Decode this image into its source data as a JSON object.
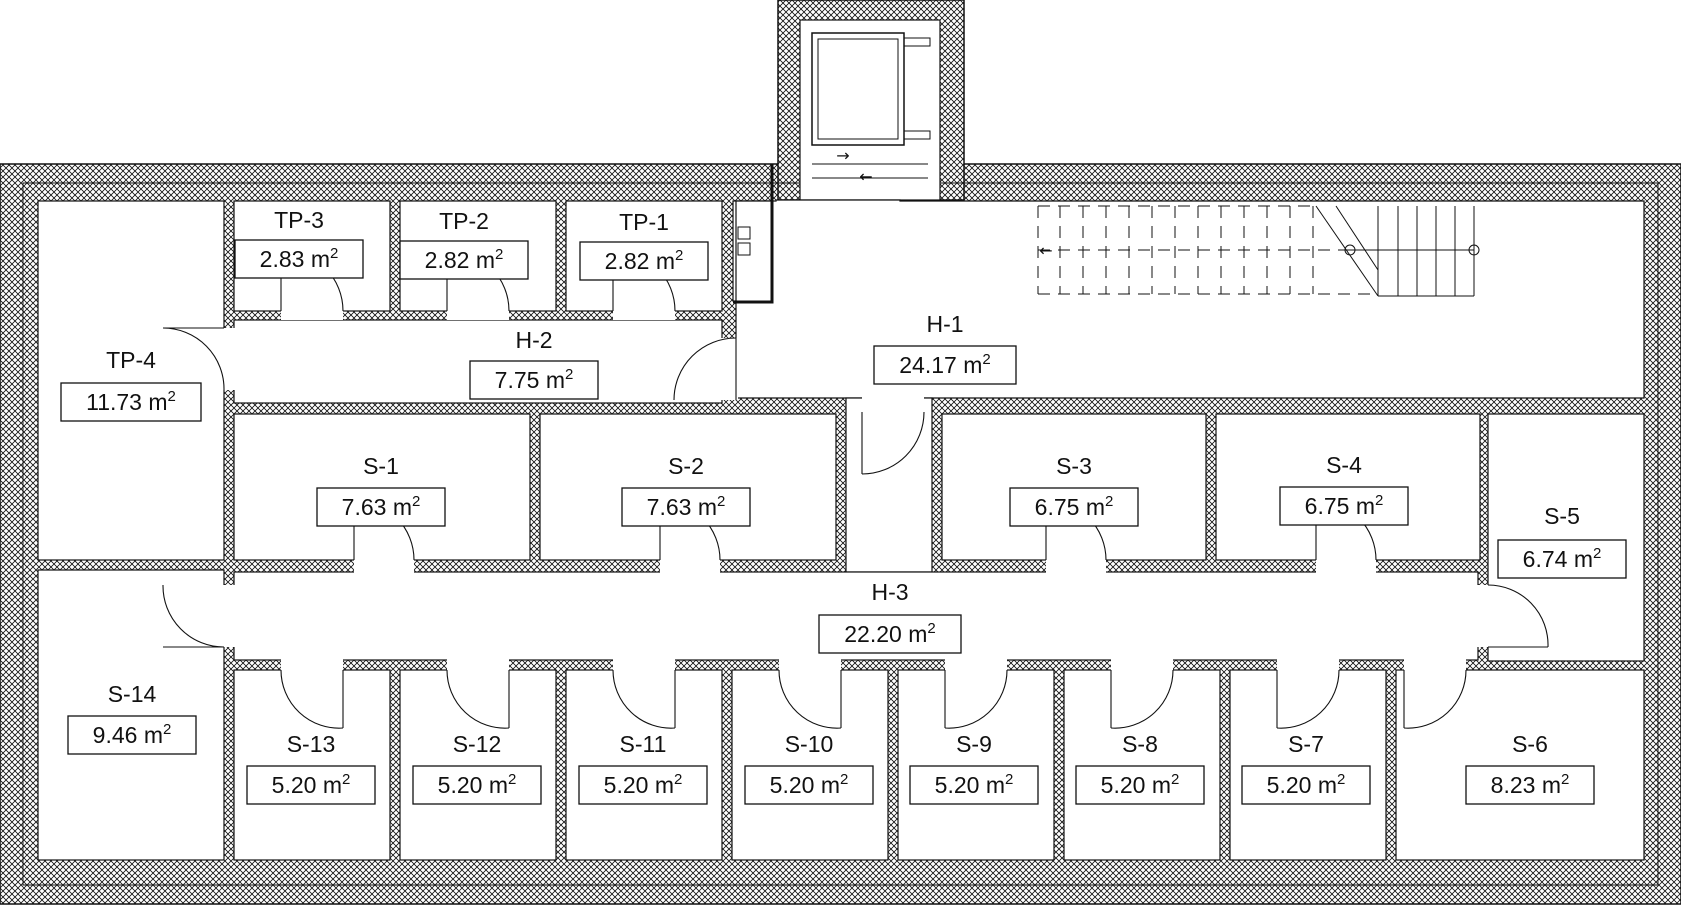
{
  "plan": {
    "rooms": [
      {
        "id": "TP-3",
        "name": "TP-3",
        "area_value": "2.83",
        "unit": "m"
      },
      {
        "id": "TP-2",
        "name": "TP-2",
        "area_value": "2.82",
        "unit": "m"
      },
      {
        "id": "TP-1",
        "name": "TP-1",
        "area_value": "2.82",
        "unit": "m"
      },
      {
        "id": "TP-4",
        "name": "TP-4",
        "area_value": "11.73",
        "unit": "m"
      },
      {
        "id": "H-2",
        "name": "H-2",
        "area_value": "7.75",
        "unit": "m"
      },
      {
        "id": "H-1",
        "name": "H-1",
        "area_value": "24.17",
        "unit": "m"
      },
      {
        "id": "S-1",
        "name": "S-1",
        "area_value": "7.63",
        "unit": "m"
      },
      {
        "id": "S-2",
        "name": "S-2",
        "area_value": "7.63",
        "unit": "m"
      },
      {
        "id": "S-3",
        "name": "S-3",
        "area_value": "6.75",
        "unit": "m"
      },
      {
        "id": "S-4",
        "name": "S-4",
        "area_value": "6.75",
        "unit": "m"
      },
      {
        "id": "S-5",
        "name": "S-5",
        "area_value": "6.74",
        "unit": "m"
      },
      {
        "id": "H-3",
        "name": "H-3",
        "area_value": "22.20",
        "unit": "m"
      },
      {
        "id": "S-14",
        "name": "S-14",
        "area_value": "9.46",
        "unit": "m"
      },
      {
        "id": "S-13",
        "name": "S-13",
        "area_value": "5.20",
        "unit": "m"
      },
      {
        "id": "S-12",
        "name": "S-12",
        "area_value": "5.20",
        "unit": "m"
      },
      {
        "id": "S-11",
        "name": "S-11",
        "area_value": "5.20",
        "unit": "m"
      },
      {
        "id": "S-10",
        "name": "S-10",
        "area_value": "5.20",
        "unit": "m"
      },
      {
        "id": "S-9",
        "name": "S-9",
        "area_value": "5.20",
        "unit": "m"
      },
      {
        "id": "S-8",
        "name": "S-8",
        "area_value": "5.20",
        "unit": "m"
      },
      {
        "id": "S-7",
        "name": "S-7",
        "area_value": "5.20",
        "unit": "m"
      },
      {
        "id": "S-6",
        "name": "S-6",
        "area_value": "8.23",
        "unit": "m"
      }
    ],
    "area_superscript": "2",
    "entrance_arrows": [
      "→",
      "←"
    ],
    "stair_arrow": "←",
    "colors": {
      "wall_hatch": "#111111",
      "line": "#111111",
      "background": "#ffffff"
    }
  }
}
